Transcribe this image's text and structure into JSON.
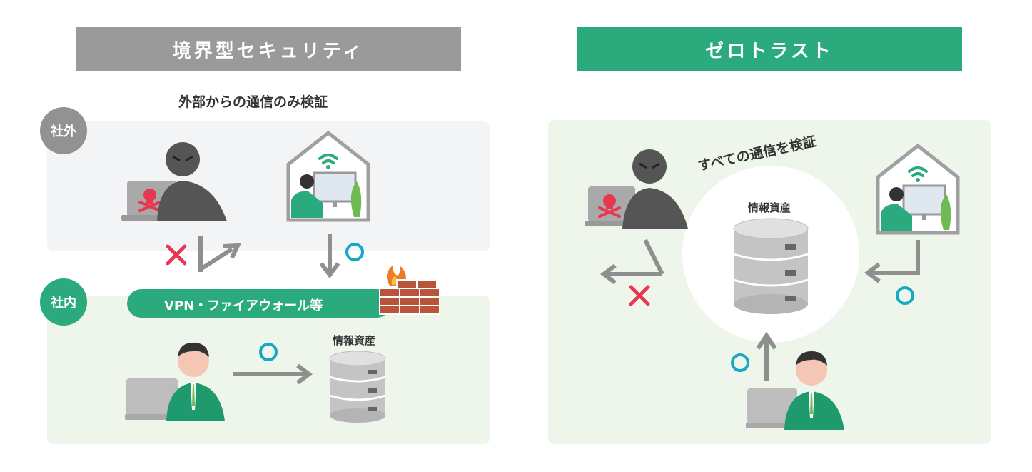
{
  "left": {
    "title": "境界型セキュリティ",
    "subtitle": "外部からの通信のみ検証",
    "outside_label": "社外",
    "inside_label": "社内",
    "firewall_label": "VPN・ファイアウォール等",
    "asset_label": "情報資産"
  },
  "right": {
    "title": "ゼロトラスト",
    "verify_label": "すべての通信を検証",
    "asset_label": "情報資産"
  },
  "colors": {
    "gray_header": "#9a9a9a",
    "green": "#2bab7d",
    "outside_bg": "#f3f4f6",
    "inside_bg": "#eef5ea",
    "deny": "#e8384f",
    "allow": "#17a9c4",
    "arrow": "#8f8f8f"
  }
}
